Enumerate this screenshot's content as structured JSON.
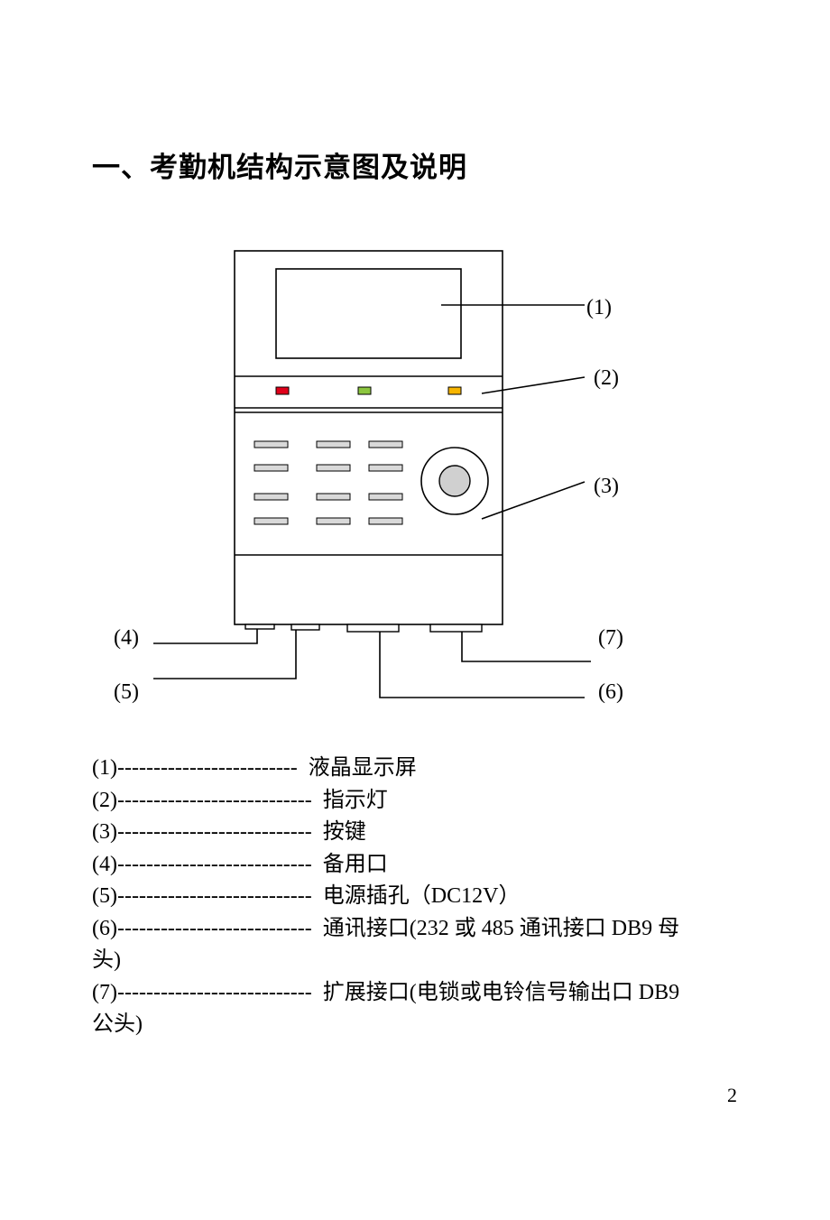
{
  "heading": "一、考勤机结构示意图及说明",
  "callouts": {
    "c1": "(1)",
    "c2": "(2)",
    "c3": "(3)",
    "c4": "(4)",
    "c5": "(5)",
    "c6": "(6)",
    "c7": "(7)"
  },
  "legend": [
    {
      "num": "(1)",
      "dashes": "-------------------------",
      "text": "液晶显示屏",
      "cont": ""
    },
    {
      "num": "(2)",
      "dashes": "---------------------------",
      "text": "指示灯",
      "cont": ""
    },
    {
      "num": "(3)",
      "dashes": "---------------------------",
      "text": "按键",
      "cont": ""
    },
    {
      "num": "(4)",
      "dashes": "---------------------------",
      "text": "备用口",
      "cont": ""
    },
    {
      "num": "(5)",
      "dashes": "---------------------------",
      "text": "电源插孔（DC12V）",
      "cont": ""
    },
    {
      "num": "(6)",
      "dashes": "---------------------------",
      "text": "通讯接口(232 或 485 通讯接口 DB9 母",
      "cont": "头)"
    },
    {
      "num": "(7)",
      "dashes": "---------------------------",
      "text": "扩展接口(电锁或电铃信号输出口 DB9",
      "cont": "公头)"
    }
  ],
  "page_number": "2",
  "colors": {
    "led_red": "#e0001a",
    "led_green": "#8cc63f",
    "led_yellow": "#f7b500",
    "key_fill": "#d9d9d9",
    "knob_fill": "#d0d0d0"
  }
}
